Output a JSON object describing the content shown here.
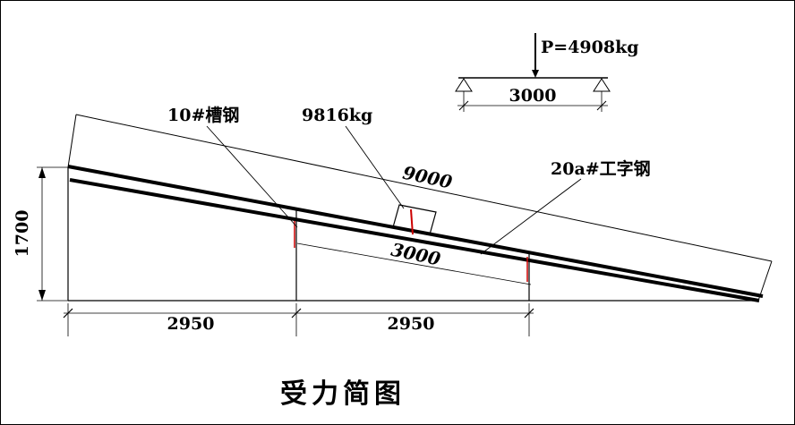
{
  "page": {
    "title": "受力简图"
  },
  "top_load_diagram": {
    "load_label": "P=4908kg",
    "span_label": "3000"
  },
  "labels": {
    "channel_steel": "10#槽钢",
    "load_mass": "9816kg",
    "beam_length": "9000",
    "i_beam": "20a#工字钢",
    "support_span": "3000",
    "height": "1700",
    "bottom_span_left": "2950",
    "bottom_span_right": "2950"
  },
  "colors": {
    "line": "#000000",
    "accent_red": "#cc0000"
  }
}
